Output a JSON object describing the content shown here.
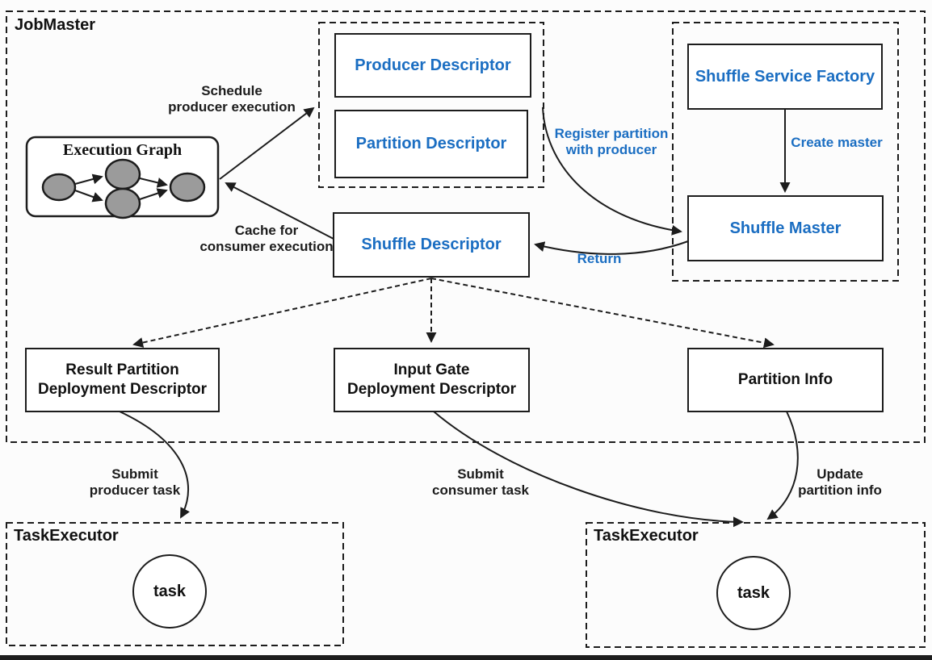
{
  "diagram": {
    "jobmaster": {
      "label": "JobMaster"
    },
    "execution_graph": {
      "title": "Execution Graph"
    },
    "boxes": {
      "producer_descriptor": "Producer Descriptor",
      "partition_descriptor": "Partition Descriptor",
      "shuffle_service_factory": "Shuffle Service Factory",
      "shuffle_master": "Shuffle Master",
      "shuffle_descriptor": "Shuffle Descriptor",
      "result_partition_dd": "Result Partition\nDeployment Descriptor",
      "input_gate_dd": "Input Gate\nDeployment Descriptor",
      "partition_info": "Partition Info"
    },
    "edge_labels": {
      "schedule_producer": "Schedule\nproducer execution",
      "cache_consumer": "Cache for\nconsumer execution",
      "register_partition": "Register partition\nwith producer",
      "create_master": "Create master",
      "return_label": "Return",
      "submit_producer": "Submit\nproducer task",
      "submit_consumer": "Submit\nconsumer task",
      "update_partition": "Update\npartition info"
    },
    "task_executor_left": {
      "label": "TaskExecutor",
      "task": "task"
    },
    "task_executor_right": {
      "label": "TaskExecutor",
      "task": "task"
    },
    "colors": {
      "accent_blue": "#1b6ec2",
      "node_gray": "#9b9b9b",
      "line_black": "#1c1c1c"
    }
  }
}
